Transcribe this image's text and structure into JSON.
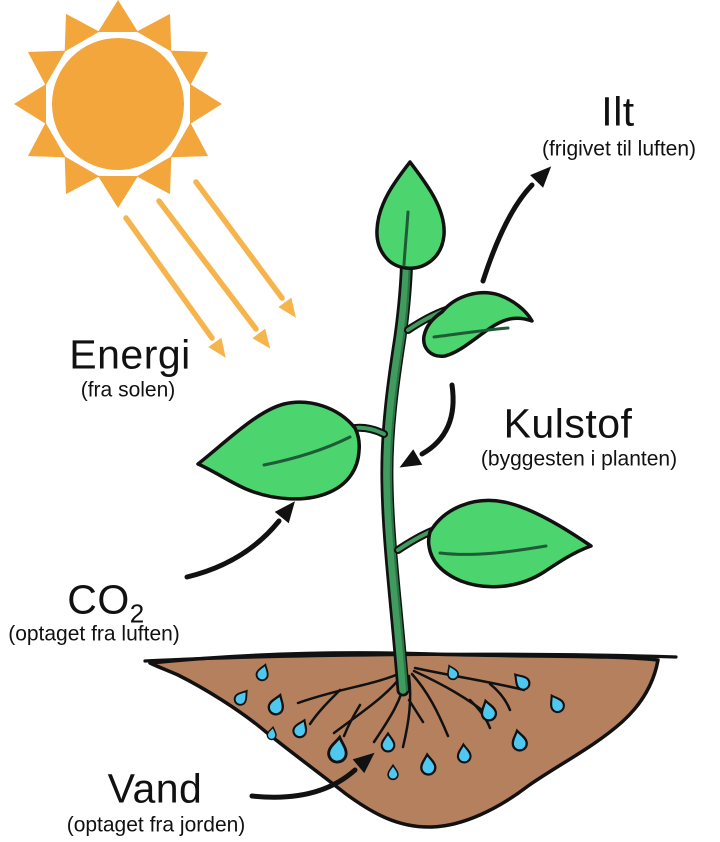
{
  "labels": {
    "ilt": {
      "title": "Ilt",
      "subtitle": "(frigivet til luften)"
    },
    "energi": {
      "title": "Energi",
      "subtitle": "(fra solen)"
    },
    "kulstof": {
      "title": "Kulstof",
      "subtitle": "(byggesten i planten)"
    },
    "co2": {
      "formula_base": "CO",
      "formula_subscript": "2",
      "subtitle": "(optaget fra luften)"
    },
    "vand": {
      "title": "Vand",
      "subtitle": "(optaget fra jorden)"
    }
  },
  "colors": {
    "sun": "#F2A63C",
    "sunray": "#F6B44C",
    "leaf": "#4CD46E",
    "stem": "#3F9B5E",
    "stem-dark": "#2C7446",
    "vein": "#1E5B36",
    "soil": "#B5805E",
    "water": "#4FC8EF",
    "outline": "#111111",
    "background": "#FFFFFF"
  }
}
